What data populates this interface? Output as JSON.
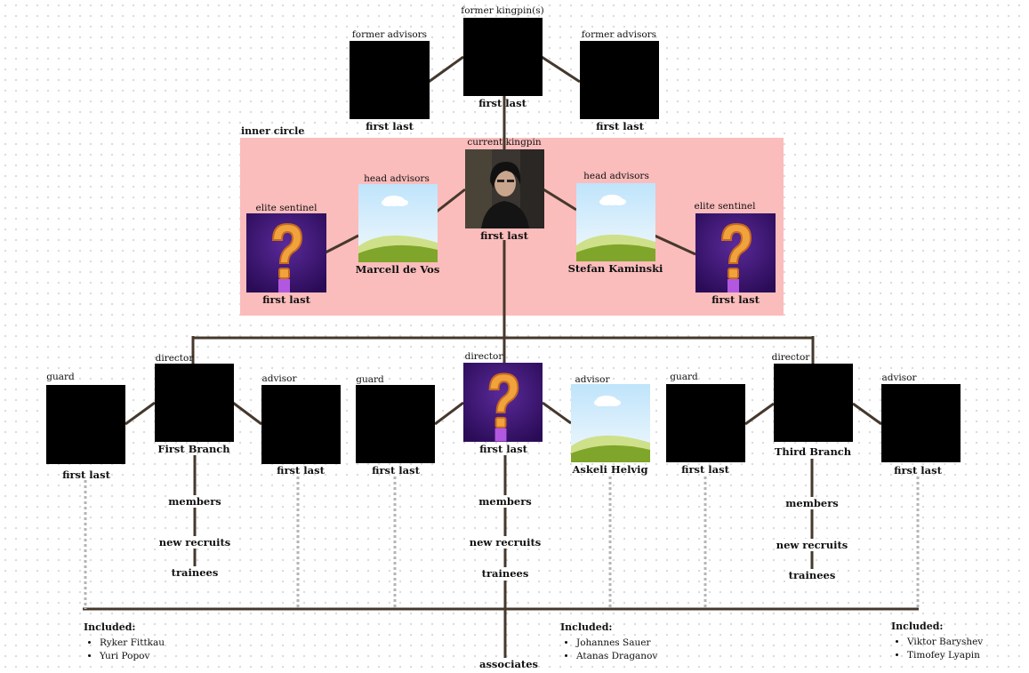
{
  "inner_circle_label": "inner circle",
  "nodes": {
    "former_advisor_left": {
      "role": "former advisors",
      "name": "first last",
      "image": "black-placeholder"
    },
    "former_kingpin": {
      "role": "former kingpin(s)",
      "name": "first last",
      "image": "black-placeholder"
    },
    "former_advisor_right": {
      "role": "former advisors",
      "name": "first last",
      "image": "black-placeholder"
    },
    "current_kingpin": {
      "role": "current  kingpin",
      "name": "first last",
      "image": "portrait-photo"
    },
    "head_advisor_left": {
      "role": "head advisors",
      "name": "Marcell de Vos",
      "image": "landscape-placeholder"
    },
    "head_advisor_right": {
      "role": "head advisors",
      "name": "Stefan Kaminski",
      "image": "landscape-placeholder"
    },
    "elite_sentinel_left": {
      "role": "elite sentinel",
      "name": "first last",
      "image": "question-mark"
    },
    "elite_sentinel_right": {
      "role": "elite sentinel",
      "name": "first last",
      "image": "question-mark"
    },
    "guard_1": {
      "role": "guard",
      "name": "first last",
      "image": "black-placeholder"
    },
    "director_1": {
      "role": "director",
      "name": "First Branch",
      "image": "black-placeholder"
    },
    "advisor_1": {
      "role": "advisor",
      "name": "first last",
      "image": "black-placeholder"
    },
    "guard_2": {
      "role": "guard",
      "name": "first last",
      "image": "black-placeholder"
    },
    "director_2": {
      "role": "director",
      "name": "first last",
      "image": "question-mark"
    },
    "advisor_2": {
      "role": "advisor",
      "name": "Askeli Helvig",
      "image": "landscape-placeholder"
    },
    "guard_3": {
      "role": "guard",
      "name": "first last",
      "image": "black-placeholder"
    },
    "director_3": {
      "role": "director",
      "name": "Third Branch",
      "image": "black-placeholder"
    },
    "advisor_3": {
      "role": "advisor",
      "name": "first last",
      "image": "black-placeholder"
    }
  },
  "branches": [
    {
      "members": "members",
      "new_recruits": "new recruits",
      "trainees": "trainees"
    },
    {
      "members": "members",
      "new_recruits": "new recruits",
      "trainees": "trainees"
    },
    {
      "members": "members",
      "new_recruits": "new recruits",
      "trainees": "trainees"
    }
  ],
  "included": [
    {
      "heading": "Included:",
      "people": [
        "Ryker Fittkau",
        "Yuri Popov"
      ]
    },
    {
      "heading": "Included:",
      "people": [
        "Johannes Sauer",
        "Atanas Draganov"
      ]
    },
    {
      "heading": "Included:",
      "people": [
        "Viktor Baryshev",
        "Timofey Lyapin"
      ]
    }
  ],
  "associates_label": "associates",
  "colors": {
    "line": "#45382c",
    "inner_circle": "#fbbcbc",
    "dotted": "#b5b5b5",
    "question_bg": "#3d1574",
    "question_mark": "#f0a23c"
  }
}
